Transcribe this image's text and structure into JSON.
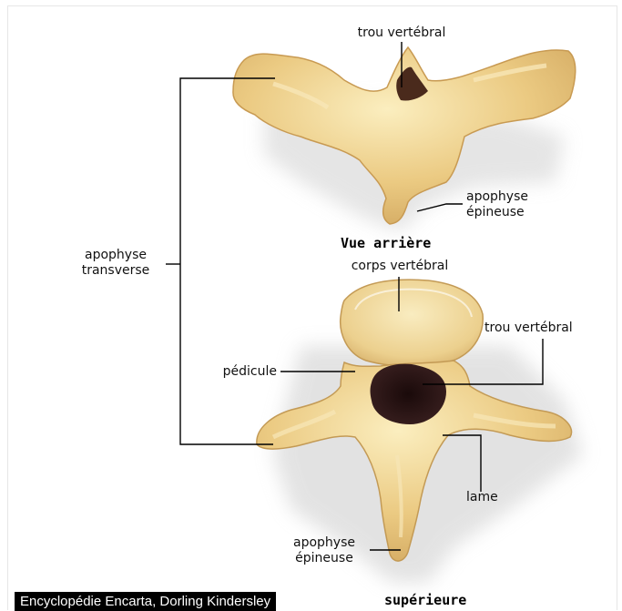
{
  "labels": {
    "top_trou_vertebral": "trou vertébral",
    "top_apophyse_epineuse_1": "apophyse",
    "top_apophyse_epineuse_2": "épineuse",
    "apophyse_transverse_1": "apophyse",
    "apophyse_transverse_2": "transverse",
    "corps_vertebral": "corps vertébral",
    "bottom_trou_vertebral": "trou vertébral",
    "pedicule": "pédicule",
    "lame": "lame",
    "bottom_apophyse_epineuse_1": "apophyse",
    "bottom_apophyse_epineuse_2": "épineuse"
  },
  "views": {
    "rear": "Vue arrière",
    "top": "supérieure"
  },
  "credit": "Encyclopédie Encarta, Dorling Kindersley",
  "colors": {
    "bone": "#e8c47c",
    "bone_light": "#f6e4b0",
    "bone_shadow": "#c9a05a",
    "foramen": "#2a1414",
    "leader": "#000000"
  }
}
